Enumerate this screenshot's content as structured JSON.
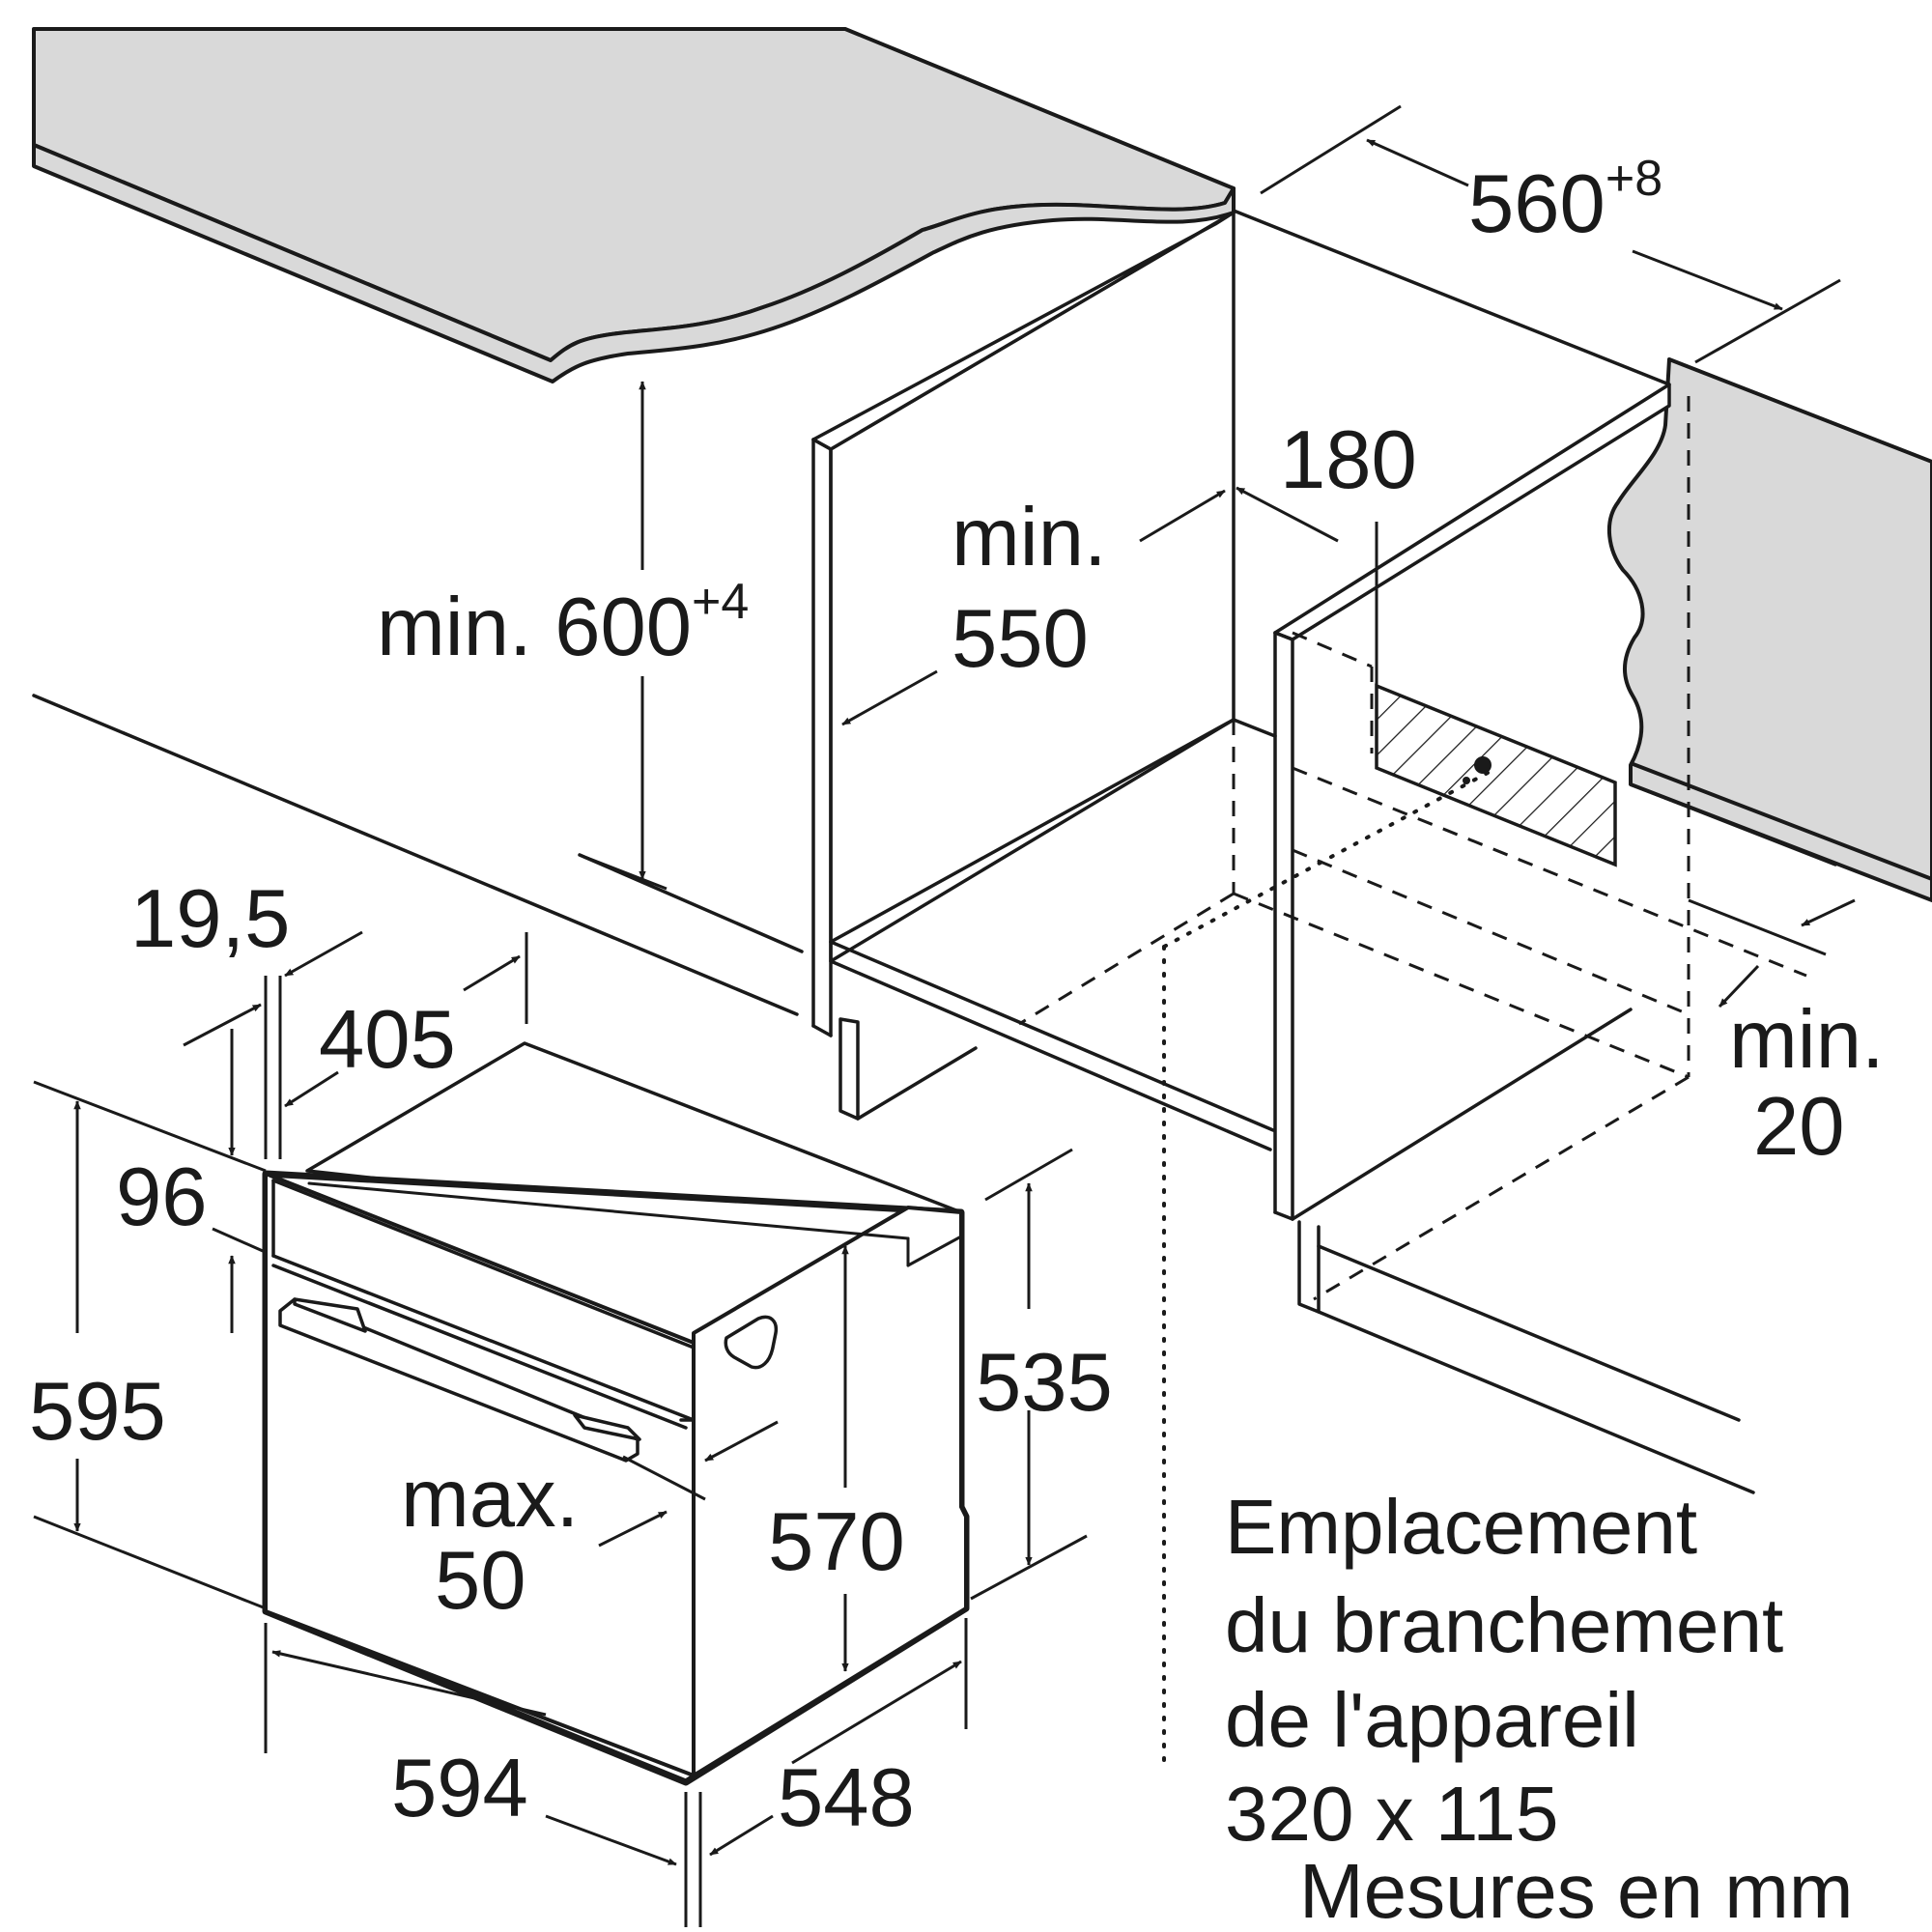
{
  "colors": {
    "line": "#1a1a1a",
    "surface": "#d9d9d9",
    "background": "#ffffff"
  },
  "dimensions": {
    "niche_width": "560",
    "niche_width_tol": "+8",
    "niche_height": "min. 600",
    "niche_height_tol": "+4",
    "niche_depth_label": "min.",
    "niche_depth_value": "550",
    "socket_offset": "180",
    "back_gap_label": "min.",
    "back_gap_value": "20",
    "panel_thickness": "19,5",
    "door_offset": "405",
    "panel_height": "96",
    "oven_height": "595",
    "body_depth": "535",
    "body_height": "570",
    "handle_label": "max.",
    "handle_value": "50",
    "oven_width": "594",
    "oven_depth": "548"
  },
  "notes": {
    "socket_line1": "Emplacement",
    "socket_line2": "du branchement",
    "socket_line3": "de l'appareil",
    "socket_line4": "320 x 115",
    "units": "Mesures en mm"
  }
}
